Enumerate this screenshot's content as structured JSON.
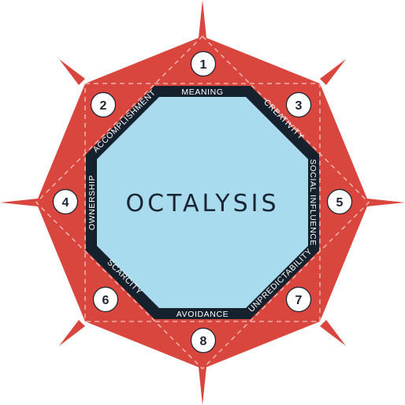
{
  "title": "OCTALYSIS",
  "colors": {
    "outer_fill": "#d9463e",
    "inner_fill": "#a8dbee",
    "ring": "#16212e",
    "badge_fill": "#ffffff",
    "dash": "#f3c3bf"
  },
  "drives": [
    {
      "number": "1",
      "label": "MEANING"
    },
    {
      "number": "2",
      "label": "ACCOMPLISHMENT"
    },
    {
      "number": "3",
      "label": "CREATIVITY"
    },
    {
      "number": "4",
      "label": "OWNERSHIP"
    },
    {
      "number": "5",
      "label": "SOCIAL INFLUENCE"
    },
    {
      "number": "6",
      "label": "SCARCITY"
    },
    {
      "number": "7",
      "label": "UNPREDICTABILITY"
    },
    {
      "number": "8",
      "label": "AVOIDANCE"
    }
  ]
}
